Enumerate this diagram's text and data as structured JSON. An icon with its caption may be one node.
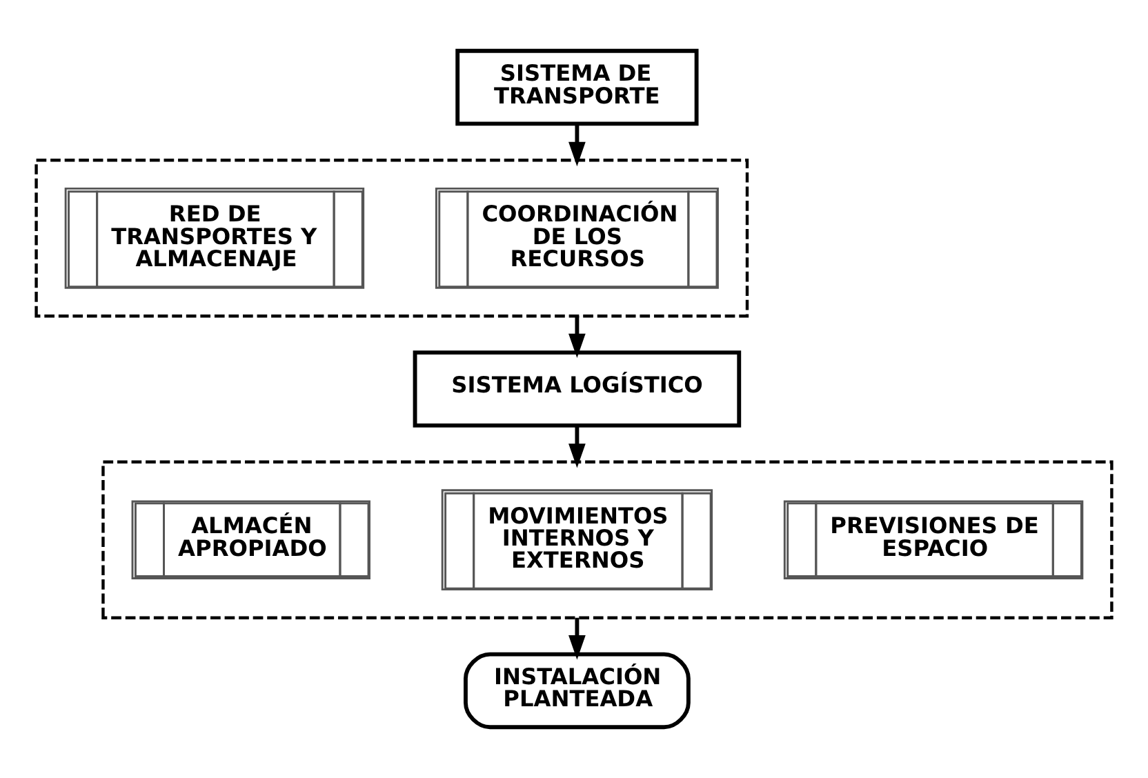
{
  "diagram": {
    "nodes": [
      {
        "text": [
          "SISTEMA DE TRANSPORTE"
        ]
      },
      {
        "text": [],
        "shape": "box"
      },
      {
        "text": [
          "RED DE TRANSPORTES Y ALMACENAJE"
        ],
        "in": 1
      },
      {
        "text": [
          "COORDINACIÓN DE LOS RECURSOS"
        ],
        "in": 1
      },
      {
        "text": [
          "SISTEMA LOGÍSTICO"
        ]
      },
      {
        "text": [],
        "shape": "box"
      },
      {
        "text": [
          "ALMACÉN APROPIADO"
        ],
        "in": 5
      },
      {
        "text": [
          "MOVIMIENTOS INTERNOS Y EXTERNOS"
        ],
        "in": 5
      },
      {
        "text": [
          "PREVISIONES DE ESPACIO"
        ],
        "in": 5
      },
      {
        "text": [
          "INSTALACIÓN PLANTEADA"
        ]
      }
    ],
    "edges": [
      {
        "from": 0,
        "to": 1,
        "arrow": "to"
      },
      {
        "from": 1,
        "to": 4,
        "arrow": "to"
      },
      {
        "from": 4,
        "to": 5,
        "arrow": "to"
      },
      {
        "from": 5,
        "to": 9,
        "arrow": "to"
      }
    ]
  }
}
